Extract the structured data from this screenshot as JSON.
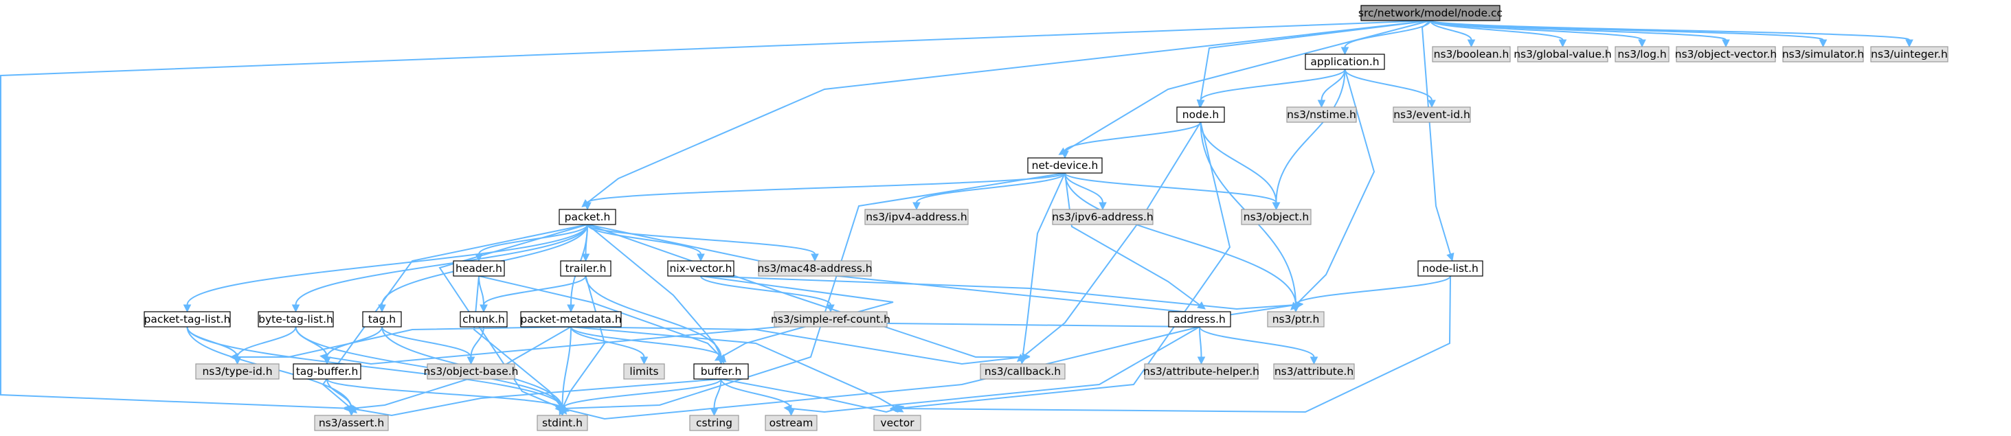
{
  "graph": {
    "colors": {
      "edge": "#63b8ff",
      "root_fill": "#999999",
      "file_fill": "#ffffff",
      "external_fill": "#e0e0e0",
      "border_file": "#000000",
      "border_external": "#999999"
    },
    "nodes": {
      "root": {
        "label": "src/network/model/node.cc",
        "kind": "root"
      },
      "boolean": {
        "label": "ns3/boolean.h",
        "kind": "external"
      },
      "global_value": {
        "label": "ns3/global-value.h",
        "kind": "external"
      },
      "log": {
        "label": "ns3/log.h",
        "kind": "external"
      },
      "object_vector": {
        "label": "ns3/object-vector.h",
        "kind": "external"
      },
      "simulator": {
        "label": "ns3/simulator.h",
        "kind": "external"
      },
      "uinteger": {
        "label": "ns3/uinteger.h",
        "kind": "external"
      },
      "application": {
        "label": "application.h",
        "kind": "file"
      },
      "nstime": {
        "label": "ns3/nstime.h",
        "kind": "external"
      },
      "event_id": {
        "label": "ns3/event-id.h",
        "kind": "external"
      },
      "node": {
        "label": "node.h",
        "kind": "file"
      },
      "net_device": {
        "label": "net-device.h",
        "kind": "file"
      },
      "ipv4_address": {
        "label": "ns3/ipv4-address.h",
        "kind": "external"
      },
      "ipv6_address": {
        "label": "ns3/ipv6-address.h",
        "kind": "external"
      },
      "object": {
        "label": "ns3/object.h",
        "kind": "external"
      },
      "node_list": {
        "label": "node-list.h",
        "kind": "file"
      },
      "packet": {
        "label": "packet.h",
        "kind": "file"
      },
      "header": {
        "label": "header.h",
        "kind": "file"
      },
      "trailer": {
        "label": "trailer.h",
        "kind": "file"
      },
      "nix_vector": {
        "label": "nix-vector.h",
        "kind": "file"
      },
      "mac48_address": {
        "label": "ns3/mac48-address.h",
        "kind": "external"
      },
      "ptr": {
        "label": "ns3/ptr.h",
        "kind": "external"
      },
      "packet_tag_list": {
        "label": "packet-tag-list.h",
        "kind": "file"
      },
      "byte_tag_list": {
        "label": "byte-tag-list.h",
        "kind": "file"
      },
      "tag": {
        "label": "tag.h",
        "kind": "file"
      },
      "chunk": {
        "label": "chunk.h",
        "kind": "file"
      },
      "packet_metadata": {
        "label": "packet-metadata.h",
        "kind": "file"
      },
      "simple_ref_count": {
        "label": "ns3/simple-ref-count.h",
        "kind": "external"
      },
      "address": {
        "label": "address.h",
        "kind": "file"
      },
      "type_id": {
        "label": "ns3/type-id.h",
        "kind": "external"
      },
      "tag_buffer": {
        "label": "tag-buffer.h",
        "kind": "file"
      },
      "object_base": {
        "label": "ns3/object-base.h",
        "kind": "external"
      },
      "limits": {
        "label": "limits",
        "kind": "external"
      },
      "buffer": {
        "label": "buffer.h",
        "kind": "file"
      },
      "callback": {
        "label": "ns3/callback.h",
        "kind": "external"
      },
      "attribute_helper": {
        "label": "ns3/attribute-helper.h",
        "kind": "external"
      },
      "attribute": {
        "label": "ns3/attribute.h",
        "kind": "external"
      },
      "assert": {
        "label": "ns3/assert.h",
        "kind": "external"
      },
      "stdint": {
        "label": "stdint.h",
        "kind": "external"
      },
      "cstring": {
        "label": "cstring",
        "kind": "external"
      },
      "ostream": {
        "label": "ostream",
        "kind": "external"
      },
      "vector": {
        "label": "vector",
        "kind": "external"
      }
    },
    "edges": [
      [
        "root",
        "boolean"
      ],
      [
        "root",
        "global_value"
      ],
      [
        "root",
        "log"
      ],
      [
        "root",
        "object_vector"
      ],
      [
        "root",
        "simulator"
      ],
      [
        "root",
        "uinteger"
      ],
      [
        "root",
        "application"
      ],
      [
        "root",
        "node"
      ],
      [
        "root",
        "net_device"
      ],
      [
        "root",
        "packet"
      ],
      [
        "root",
        "node_list"
      ],
      [
        "root",
        "assert"
      ],
      [
        "application",
        "node"
      ],
      [
        "application",
        "nstime"
      ],
      [
        "application",
        "event_id"
      ],
      [
        "application",
        "object"
      ],
      [
        "application",
        "ptr"
      ],
      [
        "node",
        "net_device"
      ],
      [
        "node",
        "object"
      ],
      [
        "node",
        "ptr"
      ],
      [
        "node",
        "callback"
      ],
      [
        "node",
        "vector"
      ],
      [
        "net_device",
        "packet"
      ],
      [
        "net_device",
        "ipv4_address"
      ],
      [
        "net_device",
        "ipv6_address"
      ],
      [
        "net_device",
        "object"
      ],
      [
        "net_device",
        "ptr"
      ],
      [
        "net_device",
        "address"
      ],
      [
        "net_device",
        "callback"
      ],
      [
        "net_device",
        "stdint"
      ],
      [
        "node_list",
        "ptr"
      ],
      [
        "node_list",
        "vector"
      ],
      [
        "packet",
        "header"
      ],
      [
        "packet",
        "trailer"
      ],
      [
        "packet",
        "nix_vector"
      ],
      [
        "packet",
        "mac48_address"
      ],
      [
        "packet",
        "ptr"
      ],
      [
        "packet",
        "packet_tag_list"
      ],
      [
        "packet",
        "byte_tag_list"
      ],
      [
        "packet",
        "tag"
      ],
      [
        "packet",
        "packet_metadata"
      ],
      [
        "packet",
        "buffer"
      ],
      [
        "packet",
        "callback"
      ],
      [
        "packet",
        "assert"
      ],
      [
        "packet",
        "stdint"
      ],
      [
        "header",
        "chunk"
      ],
      [
        "header",
        "buffer"
      ],
      [
        "header",
        "stdint"
      ],
      [
        "trailer",
        "chunk"
      ],
      [
        "trailer",
        "buffer"
      ],
      [
        "trailer",
        "stdint"
      ],
      [
        "nix_vector",
        "simple_ref_count"
      ],
      [
        "nix_vector",
        "ptr"
      ],
      [
        "nix_vector",
        "buffer"
      ],
      [
        "chunk",
        "object_base"
      ],
      [
        "packet_tag_list",
        "type_id"
      ],
      [
        "packet_tag_list",
        "assert"
      ],
      [
        "packet_tag_list",
        "stdint"
      ],
      [
        "byte_tag_list",
        "type_id"
      ],
      [
        "byte_tag_list",
        "tag_buffer"
      ],
      [
        "byte_tag_list",
        "stdint"
      ],
      [
        "tag",
        "tag_buffer"
      ],
      [
        "tag",
        "object_base"
      ],
      [
        "tag",
        "stdint"
      ],
      [
        "packet_metadata",
        "buffer"
      ],
      [
        "packet_metadata",
        "callback"
      ],
      [
        "packet_metadata",
        "limits"
      ],
      [
        "packet_metadata",
        "type_id"
      ],
      [
        "packet_metadata",
        "assert"
      ],
      [
        "packet_metadata",
        "stdint"
      ],
      [
        "packet_metadata",
        "vector"
      ],
      [
        "address",
        "tag_buffer"
      ],
      [
        "address",
        "attribute_helper"
      ],
      [
        "address",
        "attribute"
      ],
      [
        "address",
        "stdint"
      ],
      [
        "address",
        "ostream"
      ],
      [
        "tag_buffer",
        "assert"
      ],
      [
        "tag_buffer",
        "stdint"
      ],
      [
        "buffer",
        "assert"
      ],
      [
        "buffer",
        "stdint"
      ],
      [
        "buffer",
        "cstring"
      ],
      [
        "buffer",
        "ostream"
      ],
      [
        "buffer",
        "vector"
      ]
    ]
  }
}
